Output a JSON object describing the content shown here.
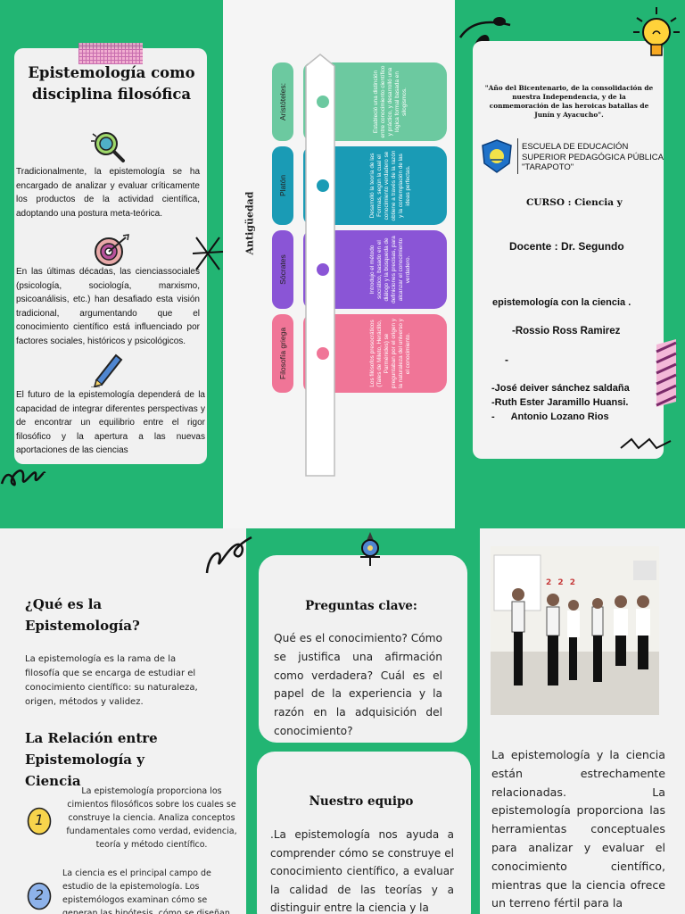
{
  "panel_left": {
    "title": "Epistemología como disciplina filosófica",
    "p1": "Tradicionalmente, la epistemología se ha encargado de analizar y evaluar críticamente los productos de la actividad científica, adoptando una postura meta-teórica.",
    "p2": "En las últimas décadas, las cienciassociales (psicología, sociología, marxismo, psicoanálisis, etc.) han desafiado esta visión tradicional, argumentando que el conocimiento científico está influenciado por factores sociales, históricos y psicológicos.",
    "p3": "El futuro de la epistemología dependerá de la capacidad de integrar diferentes perspectivas y de encontrar un equilibrio entre el rigor filosófico y la apertura a las nuevas aportaciones de las ciencias"
  },
  "timeline": {
    "heading": "Antigüedad",
    "phases": [
      {
        "label": "Aristóteles:",
        "color": "#6cc9a0",
        "text": "Estableció una distinción entre conocimiento científico y práctico, y desarrolló una lógica formal basada en silogismos."
      },
      {
        "label": "Platón",
        "color": "#1a9bb5",
        "text": "Desarrolló la teoría de las Formas, según la cual el conocimiento verdadero se obtiene a través de la razón y la contemplación de las ideas perfectas."
      },
      {
        "label": "Sócrates",
        "color": "#8a55d6",
        "text": "Introdujo el método socrático, basado en el diálogo y la búsqueda de definiciones precisas, para alcanzar el conocimiento verdadero."
      },
      {
        "label": "Filosofía griega",
        "color": "#f07597",
        "text": "Los filósofos presocráticos (Tales de Mileto, Heráclito, Parménides) se preguntaban por el origen y la naturaleza del universo y el conocimiento."
      }
    ]
  },
  "cover": {
    "year_text": "\"Año del Bicentenario, de la consolidación de nuestra Independencia, y de la conmemoración de las heroicas batallas de Junín y Ayacucho\".",
    "school_line1": "ESCUELA DE EDUCACIÓN",
    "school_line2": "SUPERIOR PEDAGÓGICA PÚBLICA",
    "school_line3": "\"TARAPOTO\"",
    "curso": "CURSO : Ciencia y",
    "docente": "Docente : Dr. Segundo",
    "topic": "epistemología con la ciencia .",
    "member1": "-Rossio Ross Ramirez",
    "dash": "-",
    "member2": "-José deiver sánchez saldaña",
    "member3": "-Ruth Ester Jaramillo Huansi.",
    "member4": "-      Antonio Lozano Rios"
  },
  "bottom_left": {
    "h1": "¿Qué es la Epistemología?",
    "p1": "La epistemología es la rama de la filosofía que se encarga de estudiar el conocimiento científico: su naturaleza, origen, métodos y validez.",
    "h2": "La Relación entre Epistemología y Ciencia",
    "item1_num": "1",
    "item1": "La epistemología proporciona los cimientos filosóficos sobre los cuales se construye la ciencia. Analiza conceptos fundamentales como verdad, evidencia, teoría y método científico.",
    "item2_num": "2",
    "item2": "La ciencia es el principal campo de estudio de la epistemología. Los epistemólogos examinan cómo se generan las hipótesis, cómo se diseñan"
  },
  "bottom_middle": {
    "q_title": "Preguntas clave:",
    "q_text": "Qué es el conocimiento? Cómo se justifica una afirmación como verdadera? Cuál es el papel de la experiencia y la razón en la adquisición del conocimiento?",
    "team_title": "Nuestro equipo",
    "team_text": ".La epistemología nos ayuda a comprender cómo se construye el conocimiento científico, a evaluar la calidad de las teorías y a distinguir entre la ciencia y la"
  },
  "bottom_right": {
    "photo_banner": "2 2 2",
    "text": "La epistemología y la ciencia están estrechamente relacionadas. La epistemología proporciona las herramientas conceptuales para analizar y evaluar el conocimiento científico, mientras que la ciencia ofrece un terreno fértil para la"
  },
  "colors": {
    "green": "#22b573",
    "card": "#f1f1f1",
    "pink_deco": "#e86fa6"
  }
}
